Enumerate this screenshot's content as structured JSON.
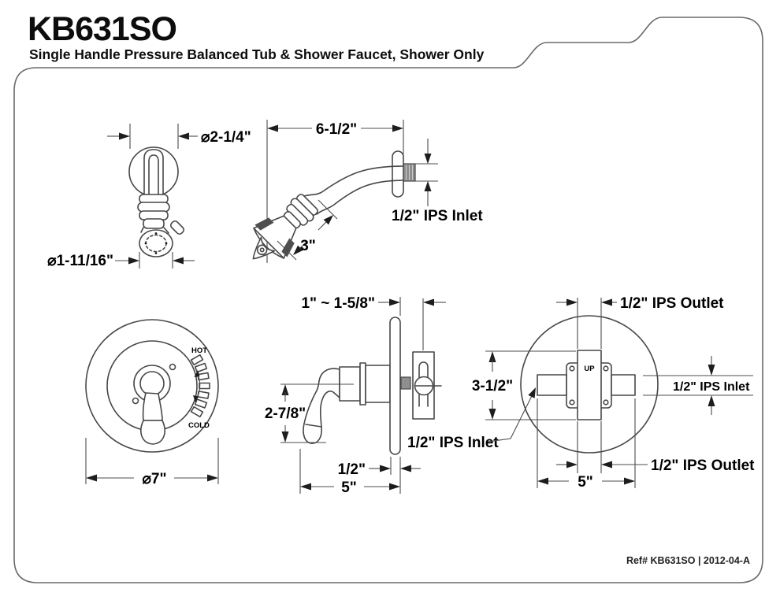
{
  "document": {
    "model": "KB631SO",
    "subtitle": "Single Handle Pressure Balanced Tub & Shower Faucet, Shower Only",
    "reference": "Ref# KB631SO | 2012-04-A"
  },
  "colors": {
    "background": "#ffffff",
    "drawing_line": "#474747",
    "text": "#000000",
    "thread_fill": "#8f8f8f"
  },
  "views": {
    "showerhead_front": {
      "escutcheon_diameter": "⌀2-1/4\"",
      "head_diameter": "⌀1-11/16\""
    },
    "shower_arm_side": {
      "arm_reach": "6-1/2\"",
      "head_length": "3\"",
      "inlet": "1/2\" IPS Inlet"
    },
    "trim_front": {
      "hot": "HOT",
      "cold": "COLD",
      "plate_diameter": "⌀7\""
    },
    "valve_side": {
      "wall_thickness_range": "1\" ~ 1-5/8\"",
      "handle_drop": "2-7/8\"",
      "plate_thickness": "1/2\"",
      "depth": "5\"",
      "inlet": "1/2\" IPS Inlet"
    },
    "valve_rear": {
      "up": "UP",
      "body_height": "3-1/2\"",
      "outlet_top": "1/2\" IPS Outlet",
      "inlet_right": "1/2\" IPS Inlet",
      "outlet_bottom": "1/2\" IPS Outlet",
      "width": "5\""
    }
  }
}
